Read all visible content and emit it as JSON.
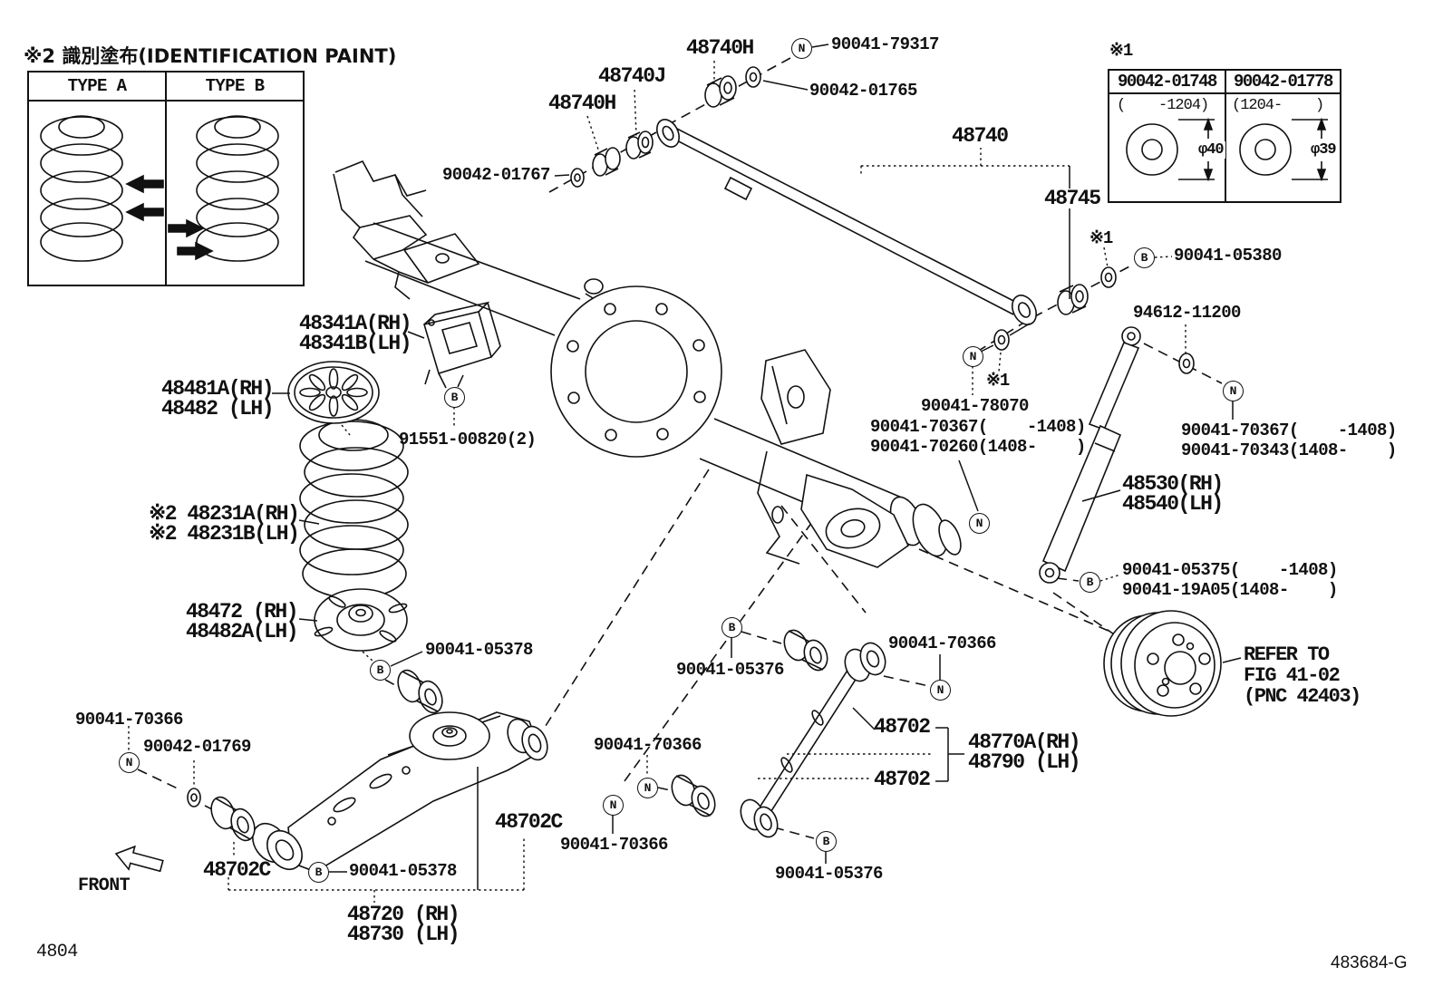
{
  "doc": {
    "page_code": "4804",
    "figure_code": "483684-G",
    "front_label": "FRONT"
  },
  "notes": {
    "paint": {
      "title_full": "※2 識別塗布(IDENTIFICATION PAINT)",
      "type_a": "TYPE A",
      "type_b": "TYPE B"
    },
    "washers": {
      "mark": "※1",
      "left": {
        "part_number": "90042-01748",
        "range": "(    -1204)",
        "diameter": "φ40"
      },
      "right": {
        "part_number": "90042-01778",
        "range": "(1204-    )",
        "diameter": "φ39"
      }
    }
  },
  "symbols": {
    "nut": "N",
    "bolt": "B"
  },
  "labels": {
    "p48740h_top": "48740H",
    "p48740j": "48740J",
    "p48740h_left": "48740H",
    "p48740": "48740",
    "p48745": "48745",
    "p48341": "48341A(RH)\n48341B(LH)",
    "p48481": "48481A(RH)\n48482 (LH)",
    "p48231": "※2 48231A(RH)\n※2 48231B(LH)",
    "p48472": "48472 (RH)\n48482A(LH)",
    "p48530": "48530(RH)\n48540(LH)",
    "p48702c_left": "48702C",
    "p48720": "48720 (RH)\n48730 (LH)",
    "p48702c_right": "48702C",
    "p48702_top": "48702",
    "p48770": "48770A(RH)\n48790 (LH)",
    "p48702_bot": "48702",
    "refer": "REFER TO\nFIG 41-02\n(PNC 42403)",
    "f79317": "90041-79317",
    "f01765": "90042-01765",
    "f01767": "90042-01767",
    "f05380": "90041-05380",
    "f11200": "94612-11200",
    "f78070": "90041-78070",
    "f70367l": "90041-70367(    -1408)",
    "f70260": "90041-70260(1408-    )",
    "f70367r": "90041-70367(    -1408)",
    "f70343": "90041-70343(1408-    )",
    "f05375": "90041-05375(    -1408)",
    "f19a05": "90041-19A05(1408-    )",
    "f91551": "91551-00820(2)",
    "f70366_a": "90041-70366",
    "f01769": "90042-01769",
    "f05378_a": "90041-05378",
    "f05378_b": "90041-05378",
    "f70366_b": "90041-70366",
    "f70366_c": "90041-70366",
    "f05376_a": "90041-05376",
    "f70366_d": "90041-70366",
    "f05376_b": "90041-05376"
  }
}
